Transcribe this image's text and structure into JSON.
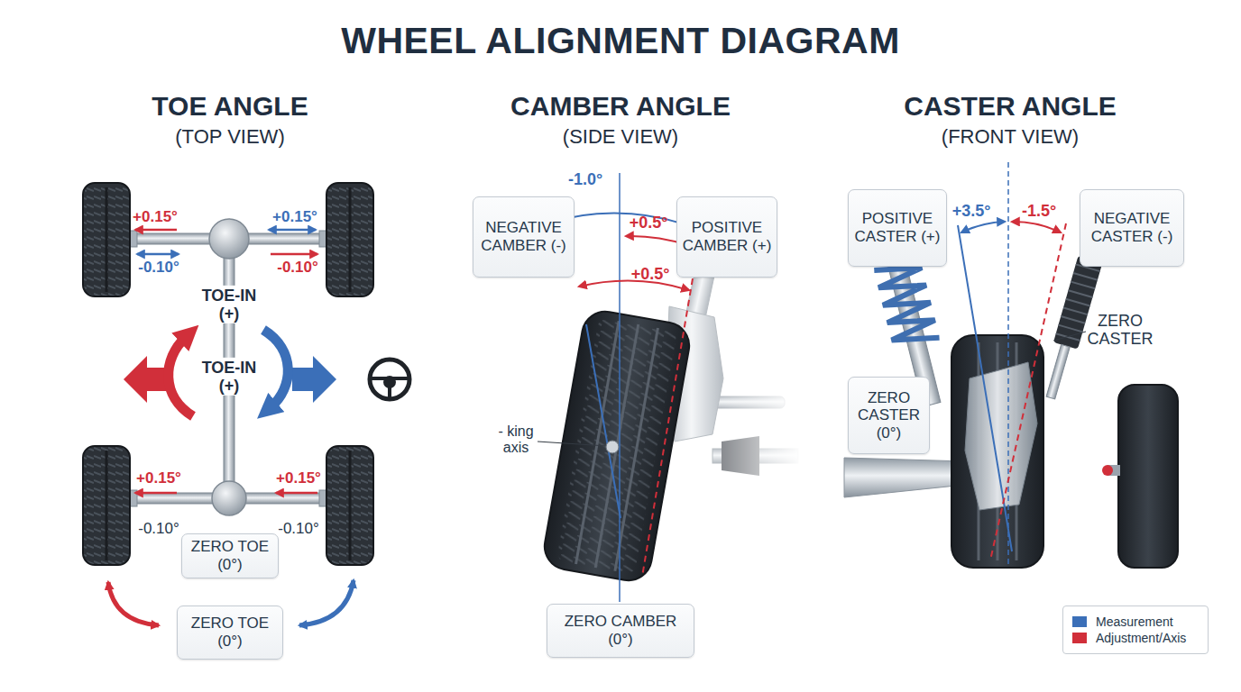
{
  "diagram": {
    "title": "WHEEL ALIGNMENT DIAGRAM",
    "nodes": [
      {
        "text": [
          "ZERO TOE (0°)"
        ]
      },
      {
        "text": [
          "ZERO TOE (0°)"
        ]
      },
      {
        "text": [
          "NEGATIVE CAMBER (-)"
        ]
      },
      {
        "text": [
          "POSITIVE CAMBER (+)"
        ]
      },
      {
        "text": [
          "ZERO CAMBER (0°)"
        ]
      },
      {
        "text": [
          "POSITIVE CASTER (+)"
        ]
      },
      {
        "text": [
          "NEGATIVE CASTER (-)"
        ]
      },
      {
        "text": [
          "ZERO CASTER (0°)"
        ]
      }
    ],
    "labels": [
      "TOE ANGLE",
      "(TOP VIEW)",
      "CAMBER ANGLE",
      "(SIDE VIEW)",
      "CASTER ANGLE",
      "(FRONT VIEW)",
      "+0.15°",
      "+0.15°",
      "-0.10°",
      "-0.10°",
      "TOE-IN (+)",
      "TOE-IN (+)",
      "+0.15°",
      "+0.15°",
      "-0.10°",
      "-0.10°",
      "-1.0°",
      "+0.5°",
      "+0.5°",
      "- king axis",
      "+3.5°",
      "-1.5°",
      "ZERO CASTER"
    ],
    "legend": [
      {
        "text": "Measurement",
        "color": "#3b6fb8"
      },
      {
        "text": "Adjustment/Axis",
        "color": "#d12f3a"
      }
    ]
  }
}
